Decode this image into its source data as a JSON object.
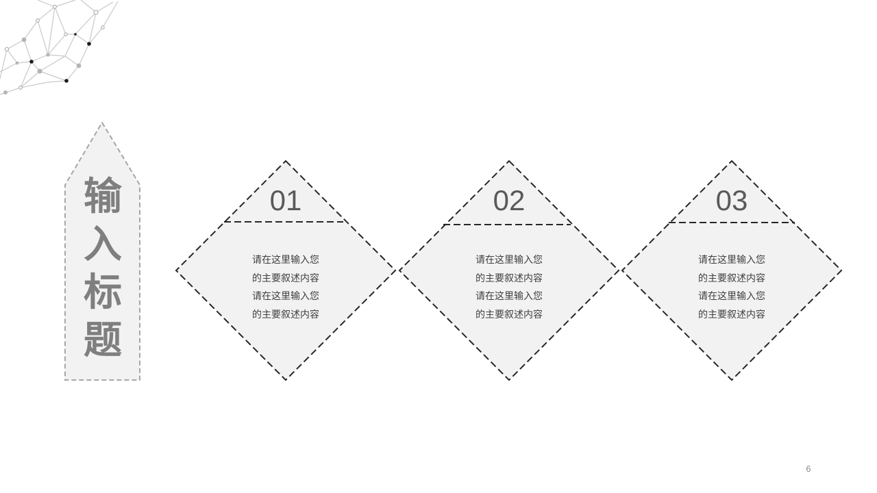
{
  "slide": {
    "title_chars": [
      "输",
      "入",
      "标",
      "题"
    ],
    "items": [
      {
        "number": "01",
        "lines": [
          "请在这里输入您",
          "的主要叙述内容",
          "请在这里输入您",
          "的主要叙述内容"
        ]
      },
      {
        "number": "02",
        "lines": [
          "请在这里输入您",
          "的主要叙述内容",
          "请在这里输入您",
          "的主要叙述内容"
        ]
      },
      {
        "number": "03",
        "lines": [
          "请在这里输入您",
          "的主要叙述内容",
          "请在这里输入您",
          "的主要叙述内容"
        ]
      }
    ],
    "page_number": "6"
  },
  "colors": {
    "fill": "#f2f2f2",
    "dash_dark": "#262626",
    "dash_light": "#a6a6a6",
    "title_text": "#7f7f7f",
    "number_text": "#595959",
    "body_text": "#404040",
    "page_number": "#8c8c8c"
  },
  "decorations": [
    "network-mesh-graphic"
  ]
}
